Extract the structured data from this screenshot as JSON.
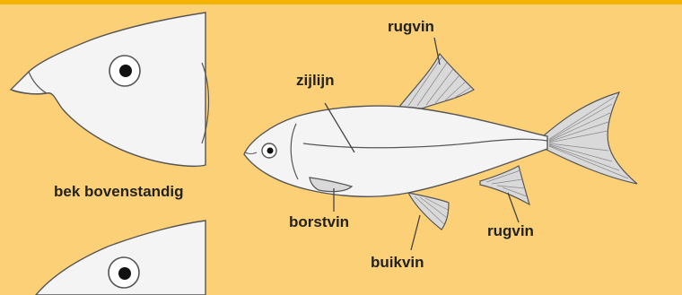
{
  "labels": {
    "rugvin_top": "rugvin",
    "zijlijn": "zijlijn",
    "bek_bovenstandig": "bek bovenstandig",
    "borstvin": "borstvin",
    "buikvin": "buikvin",
    "rugvin_bottom": "rugvin"
  },
  "colors": {
    "background": "#fcd077",
    "top_line": "#f5b400",
    "fish_fill": "#f4f4f4",
    "fin_fill": "#d9d9d9",
    "outline": "#555555",
    "label_text": "#222222"
  }
}
